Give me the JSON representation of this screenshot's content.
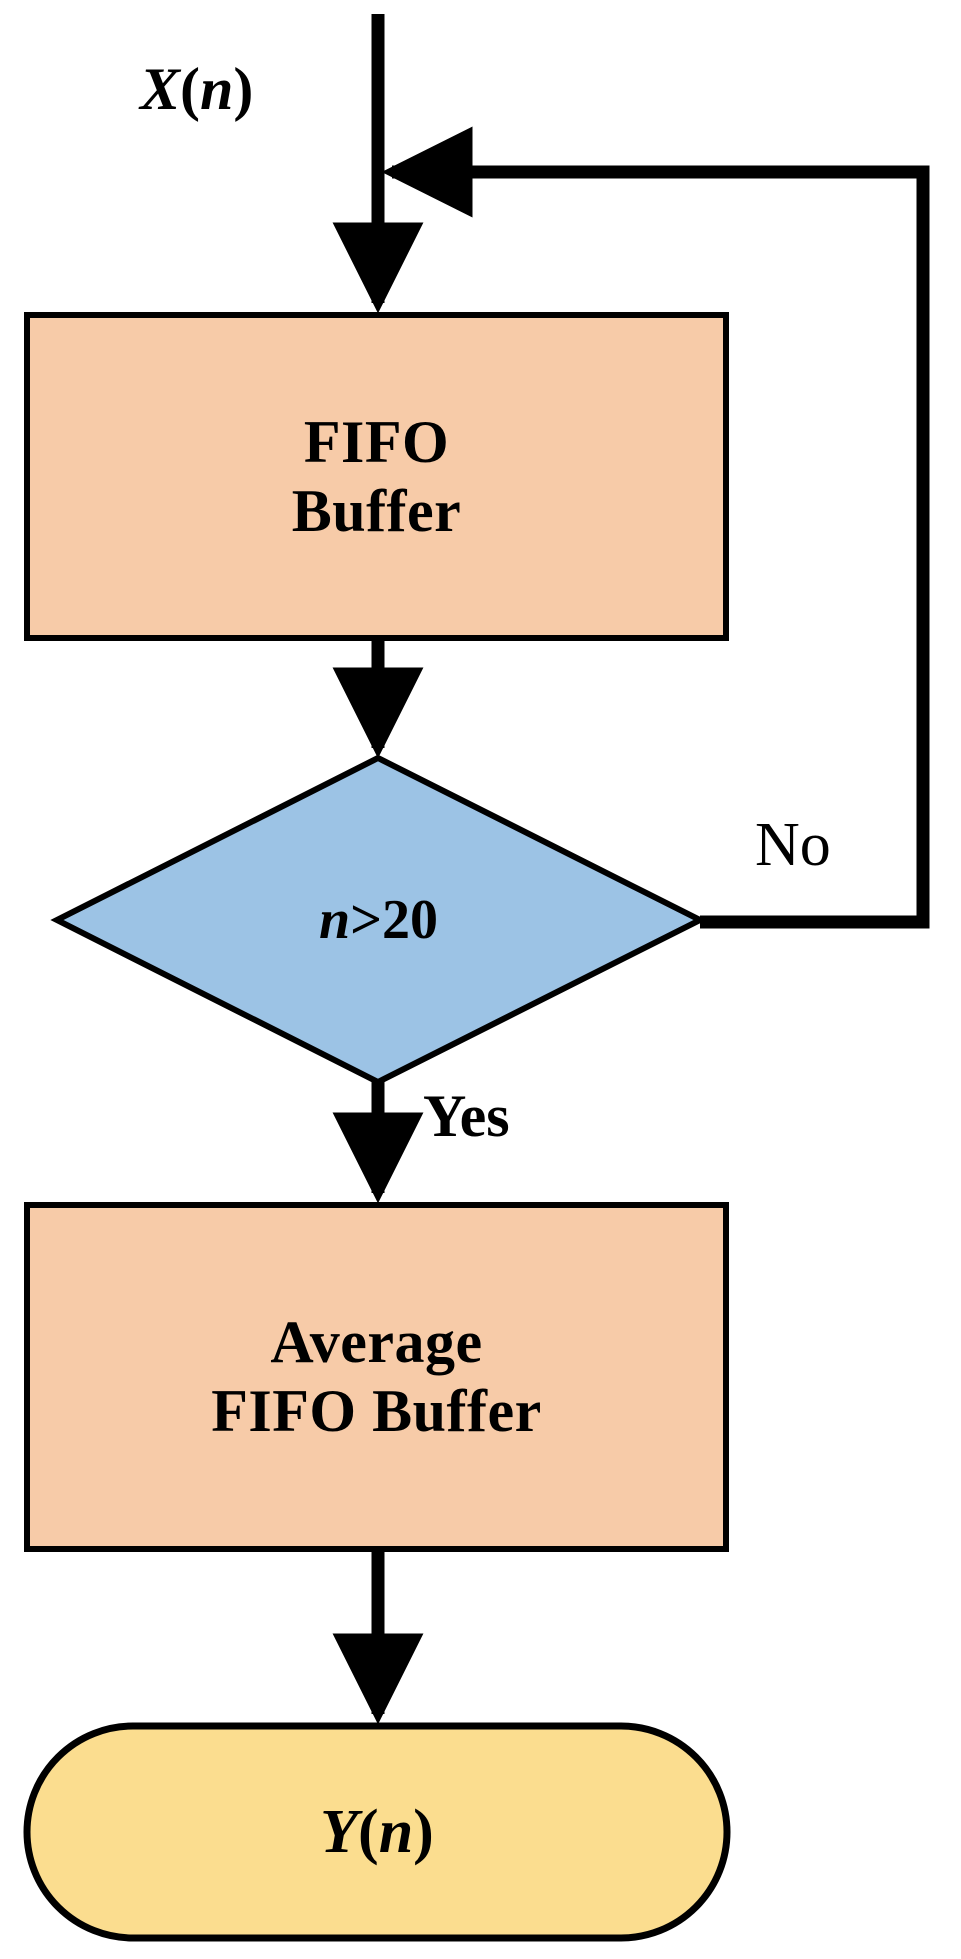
{
  "diagram": {
    "type": "flowchart",
    "title": "FIFO buffer averaging flowchart",
    "background": "#ffffff",
    "line_color": "#000000"
  },
  "colors": {
    "process_fill": "#F7CBA8",
    "decision_fill": "#9CC3E5",
    "terminal_fill": "#FBDD8F",
    "stroke": "#000000"
  },
  "nodes": [
    {
      "id": "fifo-buffer",
      "shape": "process",
      "label": "FIFO\nBuffer",
      "fill": "#F7CBA8"
    },
    {
      "id": "n-greater-20",
      "shape": "decision",
      "label_italic": "n",
      "label_rest": ">20",
      "label": "n>20",
      "fill": "#9CC3E5"
    },
    {
      "id": "average-fifo-buffer",
      "shape": "process",
      "label": "Average\nFIFO Buffer",
      "fill": "#F7CBA8"
    },
    {
      "id": "output-yn",
      "shape": "terminal",
      "label_italic": "Y",
      "label_rest": "(n)",
      "label": "Y(n)",
      "fill": "#FBDD8F"
    }
  ],
  "edges": [
    {
      "id": "input-signal",
      "label_italic": "X",
      "label_rest": "(n)",
      "label": "X(n)",
      "from": "input",
      "to": "fifo-buffer"
    },
    {
      "id": "fifo-to-decision",
      "label": "",
      "from": "fifo-buffer",
      "to": "n-greater-20"
    },
    {
      "id": "decision-no-feedback",
      "label": "No",
      "from": "n-greater-20",
      "to": "fifo-buffer"
    },
    {
      "id": "decision-yes",
      "label": "Yes",
      "from": "n-greater-20",
      "to": "average-fifo-buffer"
    },
    {
      "id": "average-to-output",
      "label": "",
      "from": "average-fifo-buffer",
      "to": "output-yn"
    }
  ]
}
